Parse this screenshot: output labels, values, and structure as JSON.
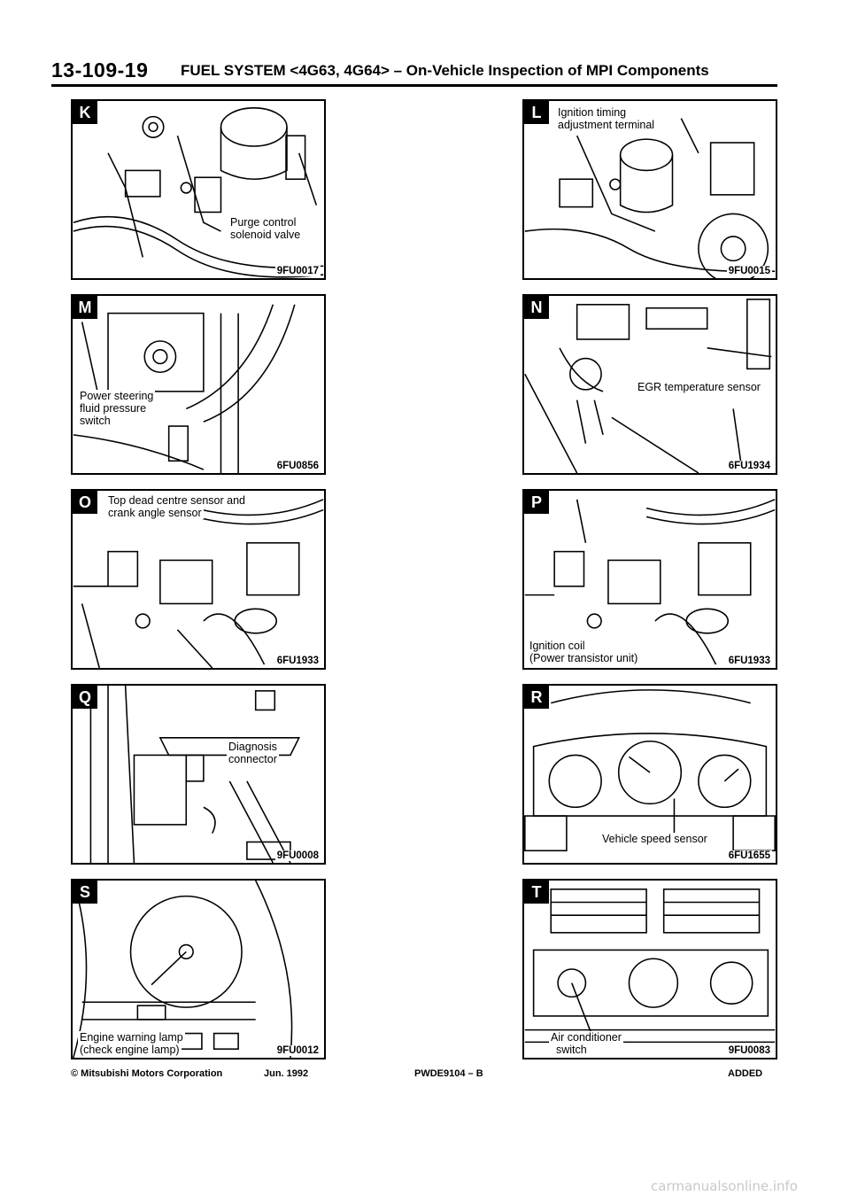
{
  "header": {
    "page_number": "13-109-19",
    "title": "FUEL SYSTEM <4G63, 4G64> – On-Vehicle Inspection of MPI Components"
  },
  "panels": [
    {
      "letter": "K",
      "labels": [
        "Purge control",
        "solenoid valve"
      ],
      "code": "9FU0017"
    },
    {
      "letter": "L",
      "labels": [
        "Ignition timing",
        "adjustment terminal"
      ],
      "code": "9FU0015"
    },
    {
      "letter": "M",
      "labels": [
        "Power steering",
        "fluid pressure",
        "switch"
      ],
      "code": "6FU0856"
    },
    {
      "letter": "N",
      "labels": [
        "EGR temperature sensor"
      ],
      "code": "6FU1934"
    },
    {
      "letter": "O",
      "labels": [
        "Top dead centre sensor and",
        "crank angle sensor"
      ],
      "code": "6FU1933"
    },
    {
      "letter": "P",
      "labels": [
        "Ignition coil",
        "(Power transistor unit)"
      ],
      "code": "6FU1933"
    },
    {
      "letter": "Q",
      "labels": [
        "Diagnosis",
        "connector"
      ],
      "code": "9FU0008"
    },
    {
      "letter": "R",
      "labels": [
        "Vehicle speed sensor"
      ],
      "code": "6FU1655"
    },
    {
      "letter": "S",
      "labels": [
        "Engine warning lamp",
        "(check engine lamp)"
      ],
      "code": "9FU0012"
    },
    {
      "letter": "T",
      "labels": [
        "Air conditioner",
        "switch"
      ],
      "code": "9FU0083"
    }
  ],
  "footer": {
    "copyright": "© Mitsubishi Motors Corporation",
    "date": "Jun. 1992",
    "doc_code": "PWDE9104 – B",
    "status": "ADDED"
  },
  "watermark": "carmanualsonline.info"
}
